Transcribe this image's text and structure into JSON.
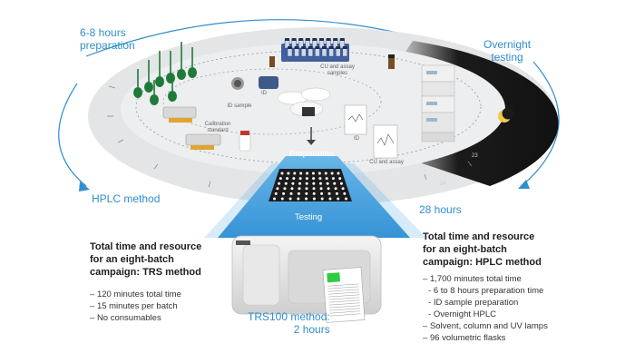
{
  "labels": {
    "prep_time": [
      "6-8 hours",
      "preparation"
    ],
    "overnight": [
      "Overnight",
      "testing"
    ],
    "hplc_method": "HPLC method",
    "hours_28": "28 hours",
    "trs_result": [
      "TRS100 method:",
      "2 hours"
    ],
    "preparation": "Preparation",
    "testing": "Testing"
  },
  "small_labels": {
    "cu_assay_samples": [
      "CU and assay",
      "samples"
    ],
    "id": "ID",
    "id_sample": "ID sample",
    "calibration_standard": [
      "Calibration",
      "standard"
    ],
    "id_report": "ID",
    "cu_assay_report": "CU and assay"
  },
  "trs_panel": {
    "title": [
      "Total time and resource",
      "for an eight-batch",
      "campaign: TRS method"
    ],
    "items": [
      "120 minutes total time",
      "15 minutes per batch",
      "No consumables"
    ]
  },
  "hplc_panel": {
    "title": [
      "Total time and resource",
      "for an eight-batch",
      "campaign: HPLC method"
    ],
    "items": [
      {
        "text": "1,700 minutes total time",
        "level": 0
      },
      {
        "text": "6 to 8 hours preparation time",
        "level": 1
      },
      {
        "text": "ID sample preparation",
        "level": 1
      },
      {
        "text": "Overnight HPLC",
        "level": 1
      },
      {
        "text": "Solvent, column and UV lamps",
        "level": 0
      },
      {
        "text": "96 volumetric flasks",
        "level": 0
      }
    ]
  },
  "colors": {
    "accent_blue": "#2f8fce",
    "beam_blue": "#3b9bd9",
    "ellipse_gray": "#e3e5e6",
    "night": "#1b1b1b",
    "flask_green": "#1f7a3a"
  },
  "icons": [
    "moon-icon",
    "volumetric-flask-icon",
    "sample-rack-icon",
    "balance-icon",
    "hplc-instrument-icon",
    "trs100-instrument-icon",
    "report-icon",
    "well-plate-icon"
  ]
}
